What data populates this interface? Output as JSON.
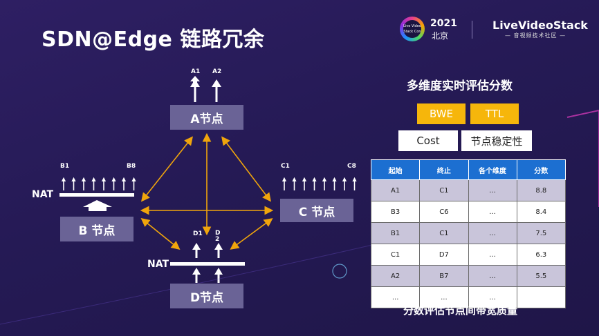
{
  "slide": {
    "title": "SDN@Edge 链路冗余"
  },
  "branding": {
    "badge_lines": [
      "Live Video",
      "Stack Con"
    ],
    "year": "2021",
    "city": "北京",
    "brand": "LiveVideoStack",
    "brand_sub": "— 音视频技术社区 —"
  },
  "diagram": {
    "node_a": {
      "label": "A节点",
      "ports": [
        "A1",
        "A2"
      ]
    },
    "node_b": {
      "label": "B 节点",
      "first_port": "B1",
      "last_port": "B8",
      "nat": "NAT"
    },
    "node_c": {
      "label": "C 节点",
      "first_port": "C1",
      "last_port": "C8"
    },
    "node_d": {
      "label": "D节点",
      "ports": [
        "D1",
        "D\n2"
      ],
      "nat": "NAT"
    },
    "colors": {
      "node_fill": "#6a6396",
      "link": "#f0a50c",
      "header": "#1c6fd1",
      "tag": "#f6b60b"
    }
  },
  "panel": {
    "title": "多维度实时评估分数",
    "tags": [
      "BWE",
      "TTL",
      "Cost",
      "节点稳定性"
    ],
    "table": {
      "headers": [
        "起始",
        "终止",
        "各个维度",
        "分数"
      ],
      "rows": [
        [
          "A1",
          "C1",
          "...",
          "8.8"
        ],
        [
          "B3",
          "C6",
          "...",
          "8.4"
        ],
        [
          "B1",
          "C1",
          "...",
          "7.5"
        ],
        [
          "C1",
          "D7",
          "...",
          "6.3"
        ],
        [
          "A2",
          "B7",
          "...",
          "5.5"
        ],
        [
          "...",
          "...",
          "...",
          ""
        ]
      ]
    },
    "caption": "分数评估节点间带宽质量"
  }
}
